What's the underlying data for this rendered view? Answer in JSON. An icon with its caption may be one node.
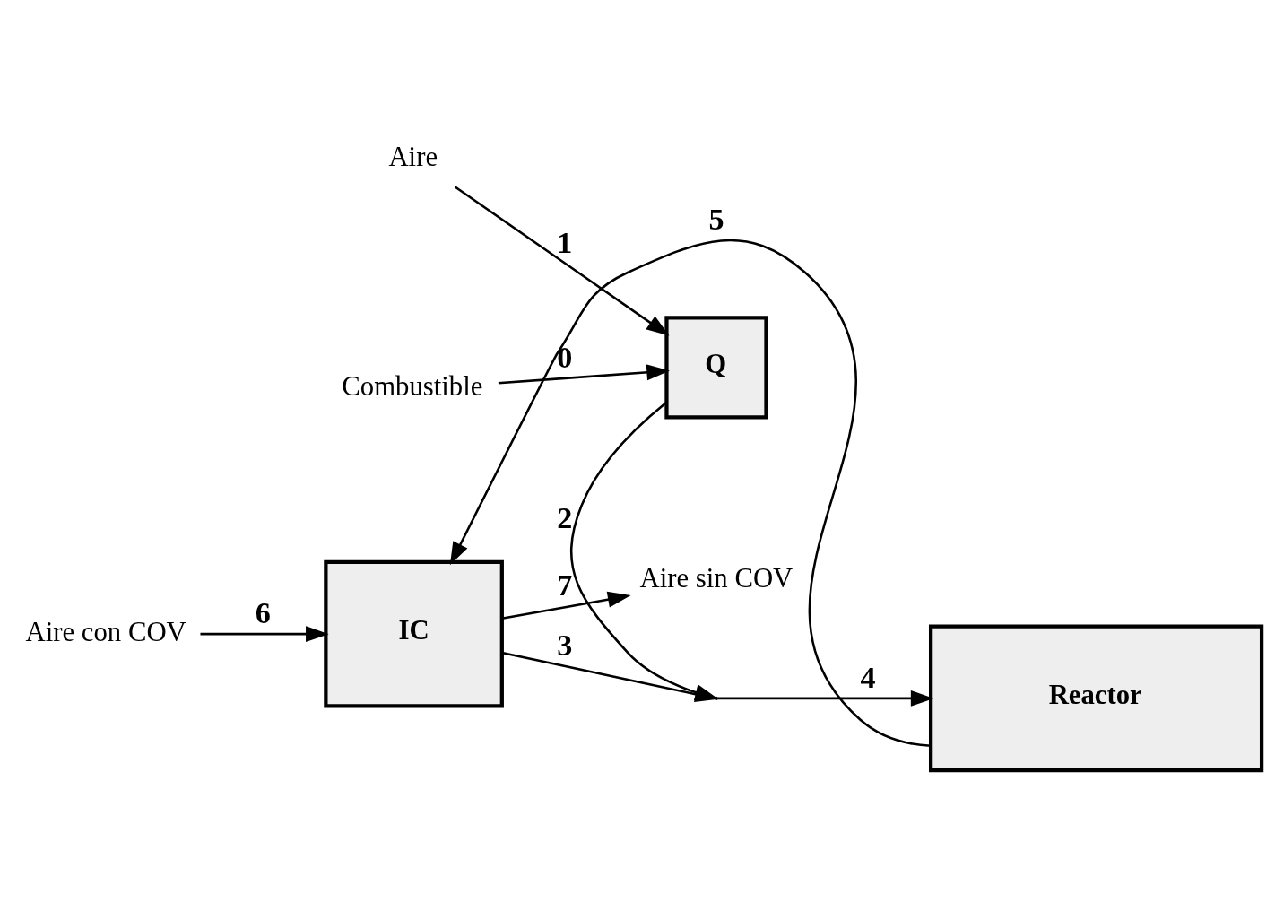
{
  "diagram": {
    "nodes": [
      {
        "text": [
          "Aire con COV"
        ]
      },
      {
        "text": [
          "IC"
        ]
      },
      {
        "text": [],
        "shape": "point"
      },
      {
        "text": [
          "Reactor"
        ]
      },
      {
        "text": [
          "Q"
        ]
      },
      {
        "text": [
          "Combustible"
        ]
      },
      {
        "text": [
          "Aire sin COV"
        ]
      },
      {
        "text": [
          "Aire"
        ]
      }
    ],
    "edges": [
      {
        "from": 0,
        "to": 1,
        "arrow": "to",
        "label": "6"
      },
      {
        "from": 1,
        "to": 2,
        "arrow": "to",
        "label": "3"
      },
      {
        "from": 2,
        "to": 3,
        "arrow": "to",
        "label": "4"
      },
      {
        "from": 4,
        "to": 2,
        "arrow": "to",
        "label": "2"
      },
      {
        "from": 3,
        "to": 1,
        "arrow": "to",
        "label": "5"
      },
      {
        "from": 1,
        "to": 6,
        "arrow": "to",
        "label": "7"
      },
      {
        "from": 5,
        "to": 4,
        "arrow": "to",
        "label": "0"
      },
      {
        "from": 7,
        "to": 4,
        "arrow": "to",
        "label": "1"
      }
    ]
  }
}
